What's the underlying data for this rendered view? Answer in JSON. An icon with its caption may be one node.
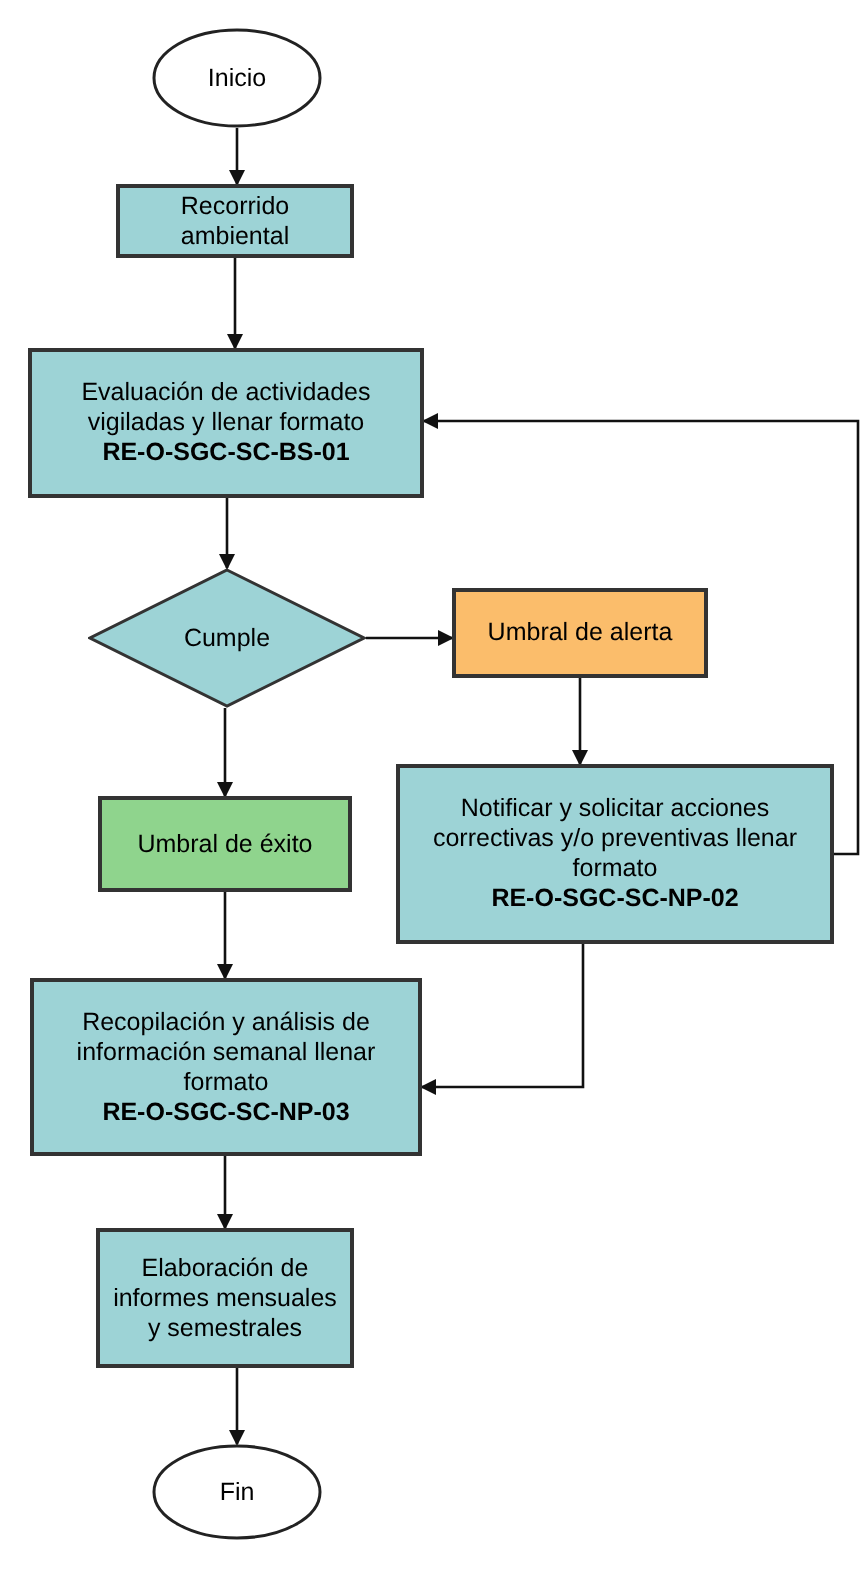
{
  "diagram": {
    "nodes": [
      {
        "text": [
          "Inicio"
        ]
      },
      {
        "text": [
          "Recorrido ambiental"
        ]
      },
      {
        "text": [
          "Evaluación de actividades vigiladas y llenar formato",
          "RE-O-SGC-SC-BS-01"
        ]
      },
      {
        "text": [
          "Cumple"
        ]
      },
      {
        "text": [
          "Umbral de alerta"
        ]
      },
      {
        "text": [
          "Umbral de éxito"
        ]
      },
      {
        "text": [
          "Notificar y solicitar acciones correctivas y/o preventivas llenar formato",
          "RE-O-SGC-SC-NP-02"
        ]
      },
      {
        "text": [
          "Recopilación y análisis de información semanal llenar formato",
          "RE-O-SGC-SC-NP-03"
        ]
      },
      {
        "text": [
          "Elaboración de informes mensuales y semestrales"
        ]
      },
      {
        "text": [
          "Fin"
        ]
      }
    ],
    "edges": [
      {
        "from": 0,
        "to": 1,
        "arrow": "to"
      },
      {
        "from": 1,
        "to": 2,
        "arrow": "to"
      },
      {
        "from": 2,
        "to": 3,
        "arrow": "to"
      },
      {
        "from": 3,
        "to": 4,
        "arrow": "to"
      },
      {
        "from": 3,
        "to": 5,
        "arrow": "to"
      },
      {
        "from": 4,
        "to": 6,
        "arrow": "to"
      },
      {
        "from": 5,
        "to": 7,
        "arrow": "to"
      },
      {
        "from": 6,
        "to": 7,
        "arrow": "to"
      },
      {
        "from": 6,
        "to": 2,
        "arrow": "to"
      },
      {
        "from": 7,
        "to": 8,
        "arrow": "to"
      },
      {
        "from": 8,
        "to": 9,
        "arrow": "to"
      }
    ]
  }
}
